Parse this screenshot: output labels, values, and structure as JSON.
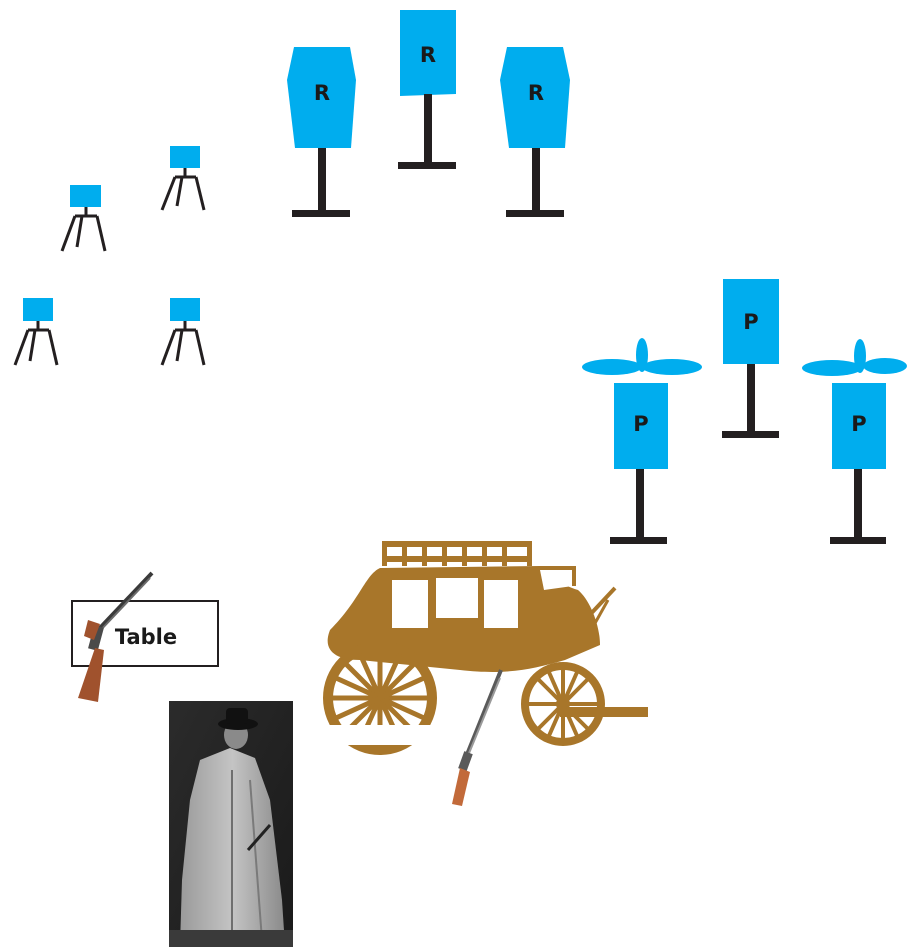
{
  "colors": {
    "target_blue": "#00adee",
    "stand_black": "#231f20",
    "stagecoach_brown": "#a8762a",
    "rifle_wood": "#a0522d",
    "rifle_metal": "#3a3a3a"
  },
  "rifle_targets": {
    "left_label": "R",
    "center_label": "R",
    "right_label": "R"
  },
  "pistol_targets": {
    "left_label": "P",
    "center_label": "P",
    "right_label": "P"
  },
  "table": {
    "label": "Table"
  },
  "icons": {
    "small_targets": "small-steel-target-icon",
    "stagecoach": "stagecoach-icon",
    "rifle": "rifle-icon",
    "shooter": "cowboy-shooter-photo"
  }
}
